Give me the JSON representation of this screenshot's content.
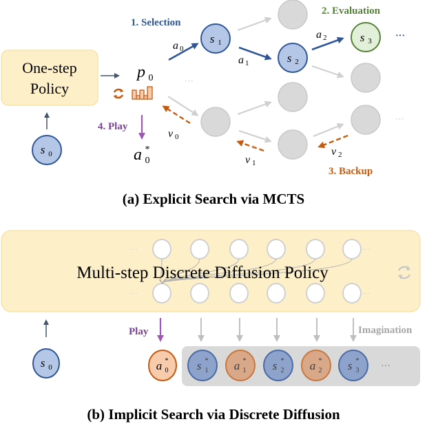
{
  "colors": {
    "policy_fill": "#fdf0c8",
    "policy_stroke": "#f5dfa0",
    "state_fill": "#b4c7e7",
    "state_stroke": "#2f5597",
    "state_faded_fill": "#8ea3cc",
    "state_faded_stroke": "#4a6aa5",
    "eval_fill": "#e2efd9",
    "eval_stroke": "#548235",
    "gray_node": "#d9d9d9",
    "gray_stroke": "#c8c8c8",
    "gray_arrow": "#d0d0d0",
    "selection_blue": "#2f5597",
    "eval_green": "#548235",
    "backup_orange": "#c55a11",
    "play_purple": "#7f3f98",
    "action_fill": "#f8cbad",
    "action_stroke": "#c55a11",
    "action_faded_fill": "#d9a888",
    "imagination_bg": "#d9d9d9",
    "imagination_text": "#a6a6a6",
    "arrow_dark": "#44546a"
  },
  "panel_a": {
    "caption": "(a) Explicit Search via MCTS",
    "policy_box": {
      "line1": "One-step",
      "line2": "Policy"
    },
    "root_state": {
      "base": "s",
      "sub": "0"
    },
    "prior": {
      "base": "p",
      "sub": "0"
    },
    "play_label": "4. Play",
    "played_action": {
      "base": "a",
      "sub": "0",
      "sup": "*"
    },
    "steps": {
      "selection": "1. Selection",
      "evaluation": "2. Evaluation",
      "backup": "3. Backup"
    },
    "tree_nodes": [
      {
        "id": "s1",
        "base": "s",
        "sub": "1"
      },
      {
        "id": "s2",
        "base": "s",
        "sub": "2"
      },
      {
        "id": "s3",
        "base": "s",
        "sub": "3"
      }
    ],
    "edge_labels": [
      {
        "base": "a",
        "sub": "0"
      },
      {
        "base": "a",
        "sub": "1"
      },
      {
        "base": "a",
        "sub": "2"
      },
      {
        "base": "v",
        "sub": "0"
      },
      {
        "base": "v",
        "sub": "1"
      },
      {
        "base": "v",
        "sub": "2"
      }
    ],
    "ellipsis": "···"
  },
  "panel_b": {
    "caption": "(b) Implicit Search via Discrete Diffusion",
    "policy_box": "Multi-step Discrete Diffusion Policy",
    "root_state": {
      "base": "s",
      "sub": "0"
    },
    "play_label": "Play",
    "imagination_label": "Imagination",
    "sequence": [
      {
        "kind": "action",
        "base": "a",
        "sub": "0",
        "sup": "*",
        "played": true
      },
      {
        "kind": "state",
        "base": "s",
        "sub": "1",
        "sup": "*"
      },
      {
        "kind": "action",
        "base": "a",
        "sub": "1",
        "sup": "*"
      },
      {
        "kind": "state",
        "base": "s",
        "sub": "2",
        "sup": "*"
      },
      {
        "kind": "action",
        "base": "a",
        "sub": "2",
        "sup": "*"
      },
      {
        "kind": "state",
        "base": "s",
        "sub": "3",
        "sup": "*"
      }
    ],
    "ellipsis": "···"
  }
}
